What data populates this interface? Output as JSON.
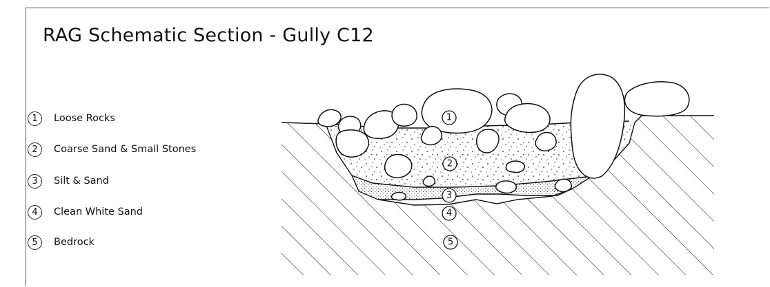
{
  "title": "RAG Schematic Section - Gully C12",
  "legend": [
    {
      "num": "1",
      "label": "Loose Rocks"
    },
    {
      "num": "2",
      "label": "Coarse Sand & Small Stones"
    },
    {
      "num": "3",
      "label": "Silt & Sand"
    },
    {
      "num": "4",
      "label": "Clean White Sand"
    },
    {
      "num": "5",
      "label": "Bedrock"
    }
  ],
  "section_markers": [
    "1",
    "2",
    "3",
    "4",
    "5"
  ]
}
